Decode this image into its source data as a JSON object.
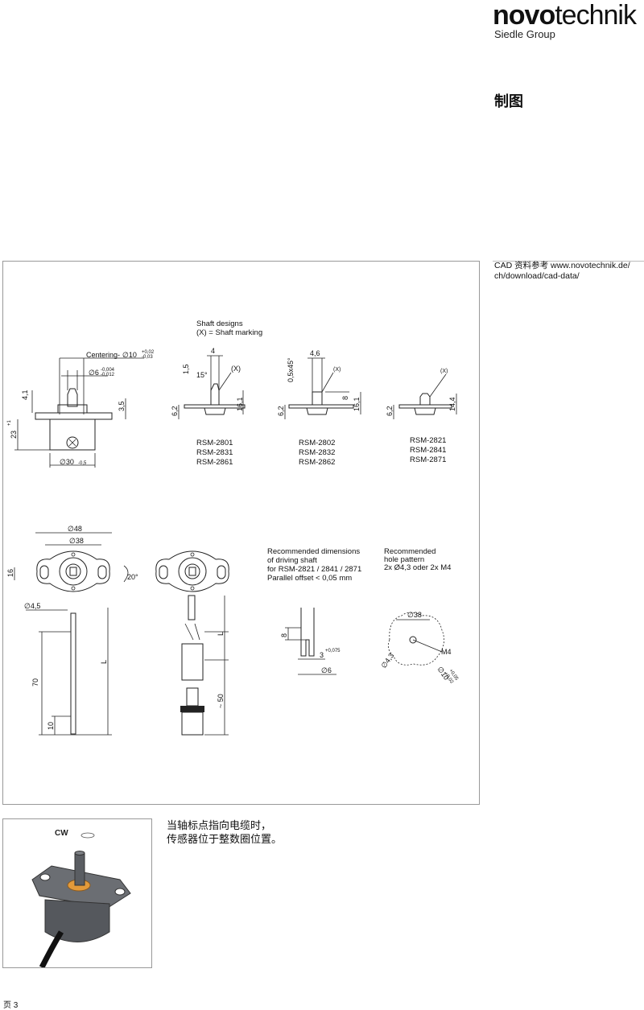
{
  "header": {
    "logo_bold": "novo",
    "logo_light": "technik",
    "subtitle": "Siedle Group",
    "section_title": "制图"
  },
  "sidebar": {
    "cad_line1": "CAD 资料参考 www.novotechnik.de/",
    "cad_line2": "ch/download/cad-data/"
  },
  "drawing": {
    "shaft_designs_title": "Shaft designs",
    "shaft_marking": "(X) = Shaft marking",
    "centering_label": "Centering-",
    "centering_dim": "∅10",
    "centering_tol_upper": "+0,02",
    "centering_tol_lower": "-0,03",
    "dia6": "∅6",
    "dia6_tol_upper": "-0,004",
    "dia6_tol_lower": "-0,012",
    "dim_4_1": "4,1",
    "dim_3_5": "3,5",
    "dim_23": "23",
    "dim_23_tol": "+1",
    "dim_30": "∅30",
    "dim_30_tol": "-0,5",
    "s1_width": "4",
    "s1_1_5": "1,5",
    "s1_angle": "15°",
    "s1_x": "(X)",
    "s1_16_1": "16,1",
    "s1_6_2": "6,2",
    "s1_models": [
      "RSM-2801",
      "RSM-2831",
      "RSM-2861"
    ],
    "s2_width": "4,6",
    "s2_chamfer": "0,5x45°",
    "s2_x": "(X)",
    "s2_8": "8",
    "s2_16_1": "16,1",
    "s2_6_2": "6,2",
    "s2_models": [
      "RSM-2802",
      "RSM-2832",
      "RSM-2862"
    ],
    "s3_x": "(X)",
    "s3_14_4": "14,4",
    "s3_6_2": "6,2",
    "s3_models": [
      "RSM-2821",
      "RSM-2841",
      "RSM-2871"
    ],
    "dim_48": "∅48",
    "dim_38": "∅38",
    "dim_16": "16",
    "dim_20deg": "20°",
    "dim_4_5": "∅4,5",
    "dim_L": "L",
    "dim_70": "70",
    "dim_10": "10",
    "dim_L2": "L",
    "dim_50": "~ 50",
    "rec_drive_lines": [
      "Recommended dimensions",
      "of driving shaft",
      "for RSM-2821 / 2841 / 2871",
      "Parallel offset < 0,05 mm"
    ],
    "rd_8": "8",
    "rd_3": "3",
    "rd_3_tol": "+0,075",
    "rd_6": "∅6",
    "rec_hole_lines": [
      "Recommended",
      "hole pattern",
      "2x Ø4,3 oder 2x M4"
    ],
    "hp_38": "∅38",
    "hp_m4": "M4",
    "hp_4_3": "∅4,3",
    "hp_10": "∅10",
    "hp_10_tol_upper": "+0,05",
    "hp_10_tol_lower": "+0,02"
  },
  "photo": {
    "cw_label": "CW",
    "accent_color": "#e39a3a"
  },
  "note": {
    "line1": "当轴标点指向电缆时，",
    "line2": "传感器位于整数圈位置。"
  },
  "footer": {
    "page_label": "页 3"
  }
}
